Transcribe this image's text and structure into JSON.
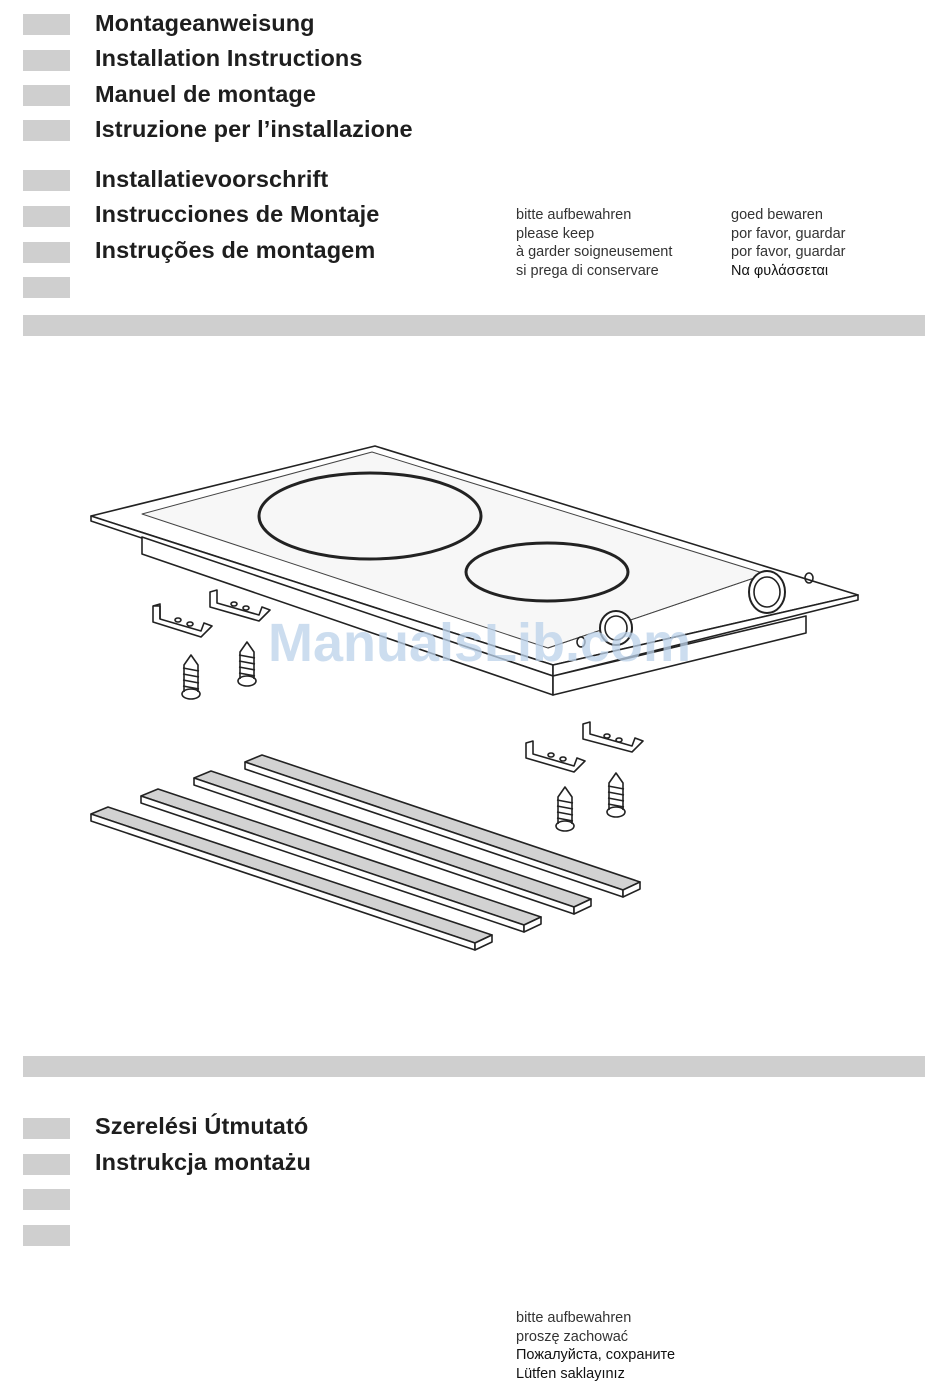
{
  "titles_top": [
    "Montageanweisung",
    "Installation Instructions",
    "Manuel de montage",
    "Istruzione per l’installazione",
    "Installatievoorschrift",
    "Instrucciones de Montaje",
    "Instruções de montagem"
  ],
  "keep_top_left": [
    "bitte aufbewahren",
    "please keep",
    "à garder soigneusement",
    "si prega di conservare"
  ],
  "keep_top_right": [
    "goed bewaren",
    "por favor, guardar",
    "por favor, guardar",
    "Να φυλάσσεται"
  ],
  "titles_bottom": [
    "Szerelési Útmutató",
    "Instrukcja montażu"
  ],
  "keep_bottom": [
    "bitte aufbewahren",
    "proszę zachować",
    "Пожалуйста, сохраните",
    "Lütfen saklayınız"
  ],
  "watermark": "ManualsLib.com",
  "colors": {
    "tab_gray": "#cfcfcf",
    "watermark": "#bcd2ea"
  }
}
